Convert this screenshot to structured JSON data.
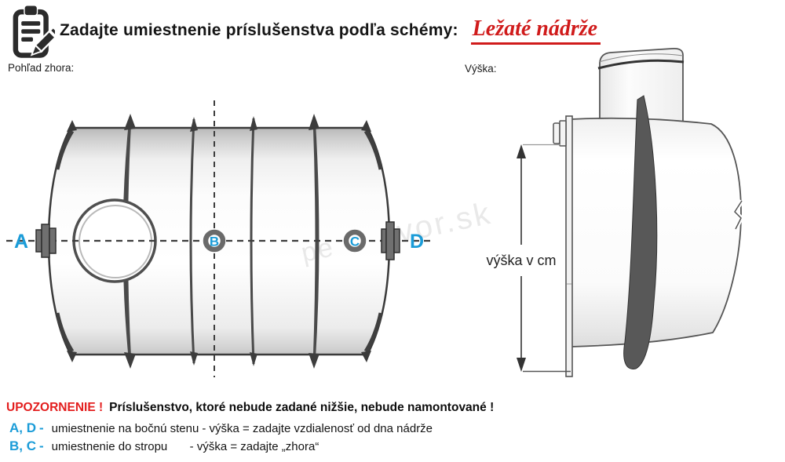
{
  "header": {
    "icon": "clipboard-pencil-icon",
    "title": "Zadajte umiestnenie príslušenstva podľa schémy:",
    "highlight": "Ležaté nádrže"
  },
  "labels": {
    "top_view": "Pohľad zhora:",
    "height": "Výška:",
    "height_dimension": "výška v cm"
  },
  "markers": {
    "a": "A",
    "b": "B",
    "c": "C",
    "d": "D"
  },
  "warning": {
    "title": "UPOZORNENIE !",
    "text": "Príslušenstvo, ktoré nebude zadané nižšie, nebude namontované !"
  },
  "legend": [
    {
      "keys": "A, D",
      "dash": "-",
      "desc": "umiestnenie na bočnú stenu",
      "detail": "- výška = zadajte vzdialenosť od dna nádrže"
    },
    {
      "keys": "B, C",
      "dash": "-",
      "desc": "umiestnenie do stropu",
      "detail": "- výška = zadajte „zhora“"
    }
  ],
  "watermark": {
    "fragment1": "pe",
    "fragment2": "vor.sk"
  },
  "colors": {
    "accent_blue": "#1b9cd8",
    "warning_red": "#e31e1e",
    "title_red": "#d01b1b",
    "line_dark": "#3d3d3d",
    "rib_gray": "#4a4a4a"
  }
}
